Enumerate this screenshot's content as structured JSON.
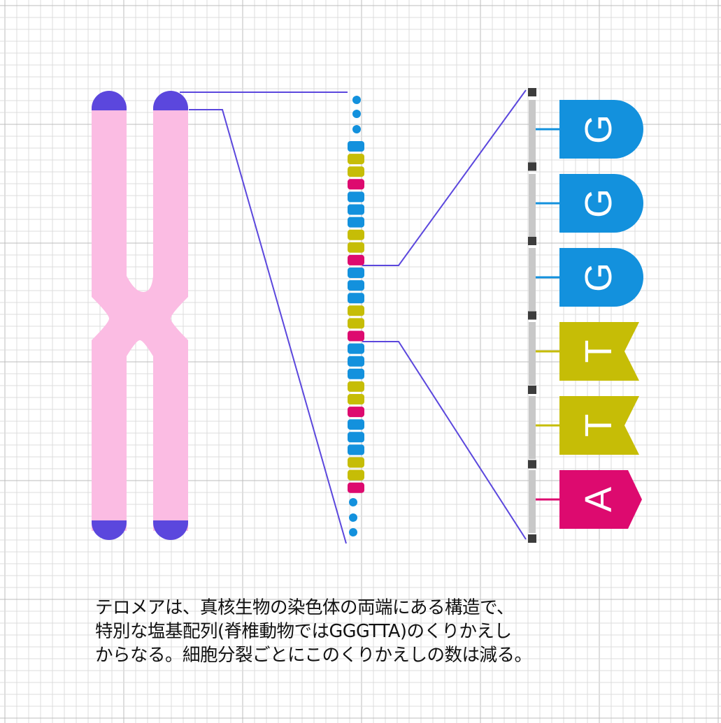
{
  "colors": {
    "chromosome": "#fbbce3",
    "telomere_cap": "#5b47dd",
    "zoom_line": "#5b47dd",
    "G": "#1391dd",
    "T": "#c6bd06",
    "A": "#dd0a6f",
    "strand_block": "#c8c8c8",
    "strand_node": "#3c3c3c",
    "grid_minor": "#dcdcdc",
    "grid_major": "#bcbcbc"
  },
  "bead_sequence": [
    "G",
    "T",
    "T",
    "A",
    "G",
    "G",
    "G",
    "T",
    "T",
    "A",
    "G",
    "G",
    "G",
    "T",
    "T",
    "A",
    "G",
    "G",
    "G",
    "T",
    "T",
    "A",
    "G",
    "G",
    "G",
    "T",
    "T",
    "A"
  ],
  "bases": [
    {
      "letter": "G",
      "shape": "round"
    },
    {
      "letter": "G",
      "shape": "round"
    },
    {
      "letter": "G",
      "shape": "round"
    },
    {
      "letter": "T",
      "shape": "flag"
    },
    {
      "letter": "T",
      "shape": "flag"
    },
    {
      "letter": "A",
      "shape": "arrow"
    }
  ],
  "caption": {
    "line1": "テロメアは、真核生物の染色体の両端にある構造で、",
    "line2": "特別な塩基配列(脊椎動物ではGGGTTA)のくりかえし",
    "line3": "からなる。細胞分裂ごとにこのくりかえしの数は減る。"
  }
}
